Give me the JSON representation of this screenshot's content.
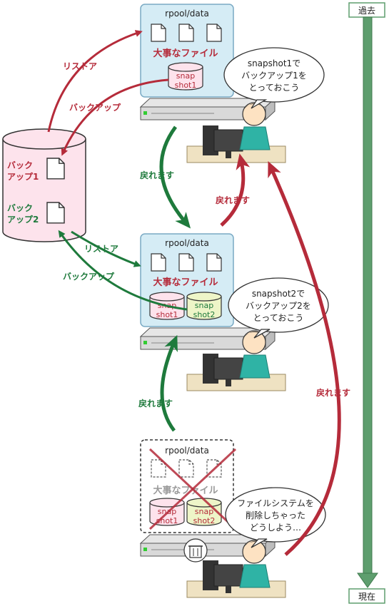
{
  "timeline": {
    "top_label": "過去",
    "bottom_label": "現在"
  },
  "colors": {
    "red": "#b52b3a",
    "green": "#1e7a3c",
    "server_fill": "#d5ecf5",
    "server_stroke": "#7aaac4",
    "timeline": "#5e9e6e"
  },
  "panel1": {
    "path": "rpool/data",
    "files_label": "大事なファイル",
    "snapshot": {
      "line1": "snap",
      "line2": "shot1"
    }
  },
  "panel2": {
    "path": "rpool/data",
    "files_label": "大事なファイル",
    "snapshot1": {
      "line1": "snap",
      "line2": "shot1"
    },
    "snapshot2": {
      "line1": "snap",
      "line2": "shot2"
    }
  },
  "panel3": {
    "path": "rpool/data",
    "files_label": "大事なファイル",
    "snapshot1": {
      "line1": "snap",
      "line2": "shot1"
    },
    "snapshot2": {
      "line1": "snap",
      "line2": "shot2"
    }
  },
  "backup_store": {
    "backup1": {
      "line1": "バック",
      "line2": "アップ1"
    },
    "backup2": {
      "line1": "バック",
      "line2": "アップ2"
    }
  },
  "bubbles": {
    "bubble1": [
      "snapshot1で",
      "バックアップ1を",
      "とっておこう"
    ],
    "bubble2": [
      "snapshot2で",
      "バックアップ2を",
      "とっておこう"
    ],
    "bubble3": [
      "ファイルシステムを",
      "削除しちゃった",
      "どうしよう…"
    ]
  },
  "arrows": {
    "restore_top": "リストア",
    "backup_top": "バックアップ",
    "rollback_1": "戻れます",
    "rollback_2": "戻れます",
    "restore_mid": "リストア",
    "backup_mid": "バックアップ",
    "rollback_3": "戻れます",
    "rollback_long": "戻れます"
  }
}
